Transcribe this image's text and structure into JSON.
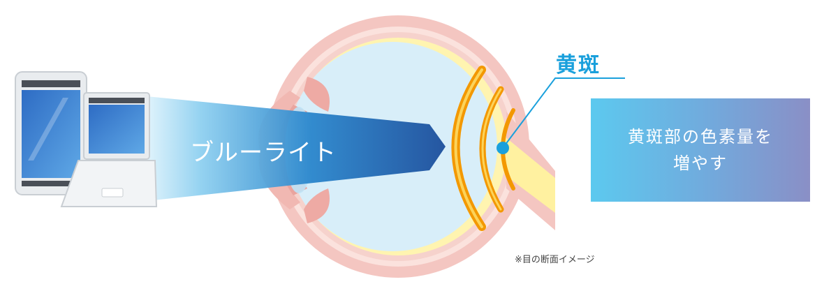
{
  "labels": {
    "macula": "黄斑",
    "blue_light": "ブルーライト",
    "effect_line1": "黄斑部の色素量を",
    "effect_line2": "増やす",
    "caption": "※目の断面イメージ"
  },
  "colors": {
    "beam_dark": "#1e5aa8",
    "beam_light": "#bfe6fa",
    "eye_outer": "#f3c2bd",
    "eye_inner": "#d9eff9",
    "macula_arc": "#f39800",
    "macula_dot": "#1aa0dc",
    "yellow_layer": "#fff3a0"
  },
  "icons": [
    "smartphone-icon",
    "laptop-icon"
  ]
}
